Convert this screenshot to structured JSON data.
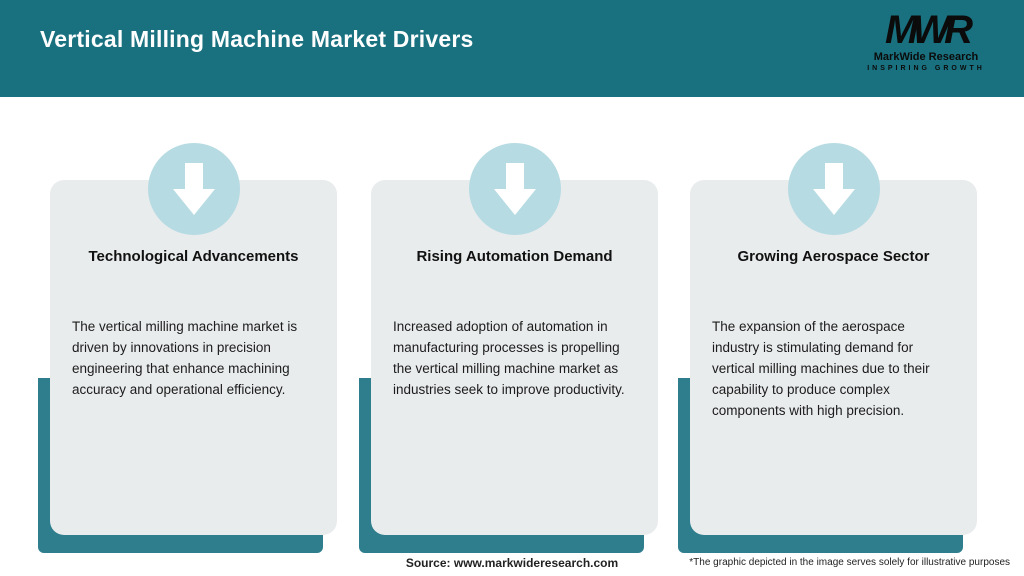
{
  "header": {
    "title": "Vertical Milling Machine Market Drivers",
    "logo": {
      "acronym": "MWR",
      "name": "MarkWide Research",
      "tagline": "INSPIRING GROWTH"
    }
  },
  "cards": [
    {
      "title": "Technological Advancements",
      "body": "The vertical milling machine market is driven by innovations in precision engineering that enhance machining accuracy and operational efficiency."
    },
    {
      "title": "Rising Automation Demand",
      "body": "Increased adoption of automation in manufacturing processes is propelling the vertical milling machine market as industries seek to improve productivity."
    },
    {
      "title": "Growing Aerospace Sector",
      "body": "The expansion of the aerospace industry is stimulating demand for vertical milling machines due to their capability to produce complex components with high precision."
    }
  ],
  "footer": {
    "source": "Source: www.markwideresearch.com",
    "disclaimer": "*The graphic depicted in the image serves solely for illustrative purposes"
  },
  "colors": {
    "header_teal": "#19707f",
    "shadow_teal": "#2e7e8d",
    "circle_blue": "#b7dbe3",
    "card_gray": "#e9eced"
  }
}
